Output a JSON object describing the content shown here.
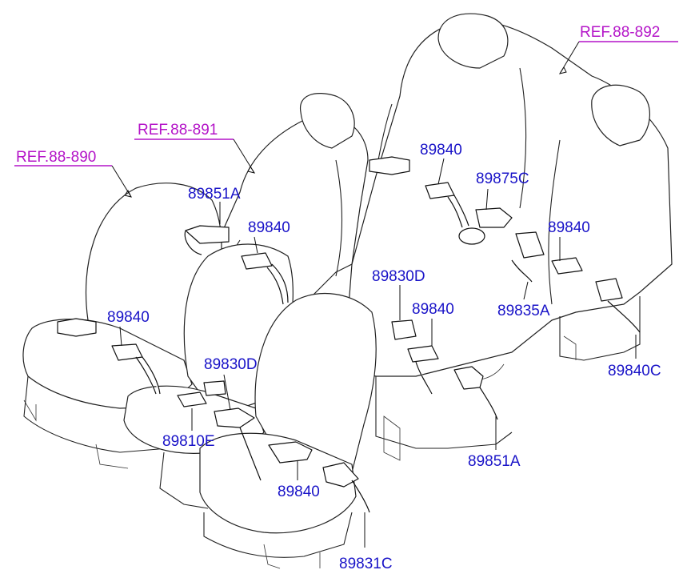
{
  "refs": [
    {
      "id": "ref-890",
      "text": "REF.88-890"
    },
    {
      "id": "ref-891",
      "text": "REF.88-891"
    },
    {
      "id": "ref-892",
      "text": "REF.88-892"
    }
  ],
  "labels": {
    "l1": "89851A",
    "l2": "89840",
    "l3": "89840",
    "l4": "89840",
    "l5": "89875C",
    "l6": "89840",
    "l7": "89830D",
    "l8": "89840",
    "l9": "89835A",
    "l10": "89840C",
    "l11": "89830D",
    "l12": "89810E",
    "l13": "89840",
    "l14": "89851A",
    "l15": "89831C"
  },
  "colors": {
    "label": "#1a14c8",
    "reference": "#b414c8",
    "line": "#222222"
  }
}
